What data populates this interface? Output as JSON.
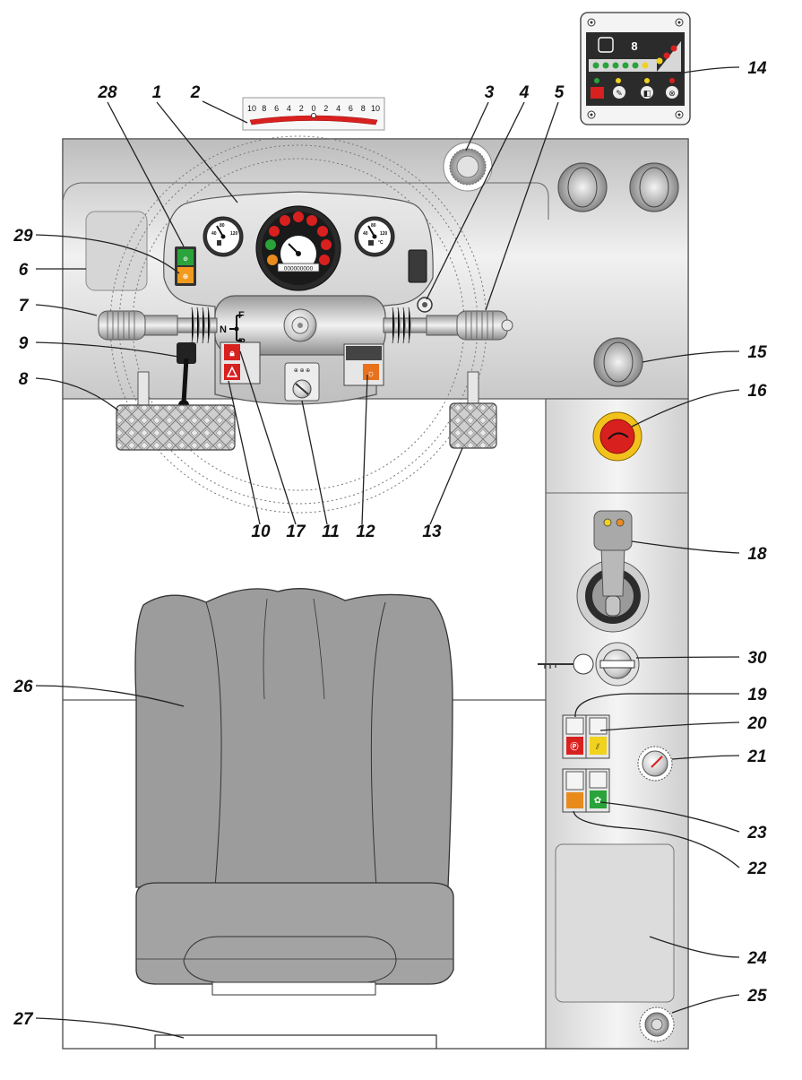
{
  "diagram": {
    "callouts": [
      "1",
      "2",
      "3",
      "4",
      "5",
      "6",
      "7",
      "8",
      "9",
      "10",
      "11",
      "12",
      "13",
      "14",
      "15",
      "16",
      "17",
      "18",
      "19",
      "20",
      "21",
      "22",
      "23",
      "24",
      "25",
      "26",
      "27",
      "28",
      "29",
      "30"
    ],
    "inclinometer_scale": [
      "10",
      "8",
      "6",
      "4",
      "2",
      "0",
      "2",
      "4",
      "6",
      "8",
      "10"
    ],
    "direction_labels": {
      "neutral": "N",
      "forward": "F",
      "reverse": "R"
    },
    "gauge_labels": {
      "left_low": "40",
      "left_mid": "80",
      "left_high": "120",
      "right_low": "40",
      "right_mid": "80",
      "right_high": "120",
      "unit": "°C"
    },
    "odometer": "000000000"
  }
}
